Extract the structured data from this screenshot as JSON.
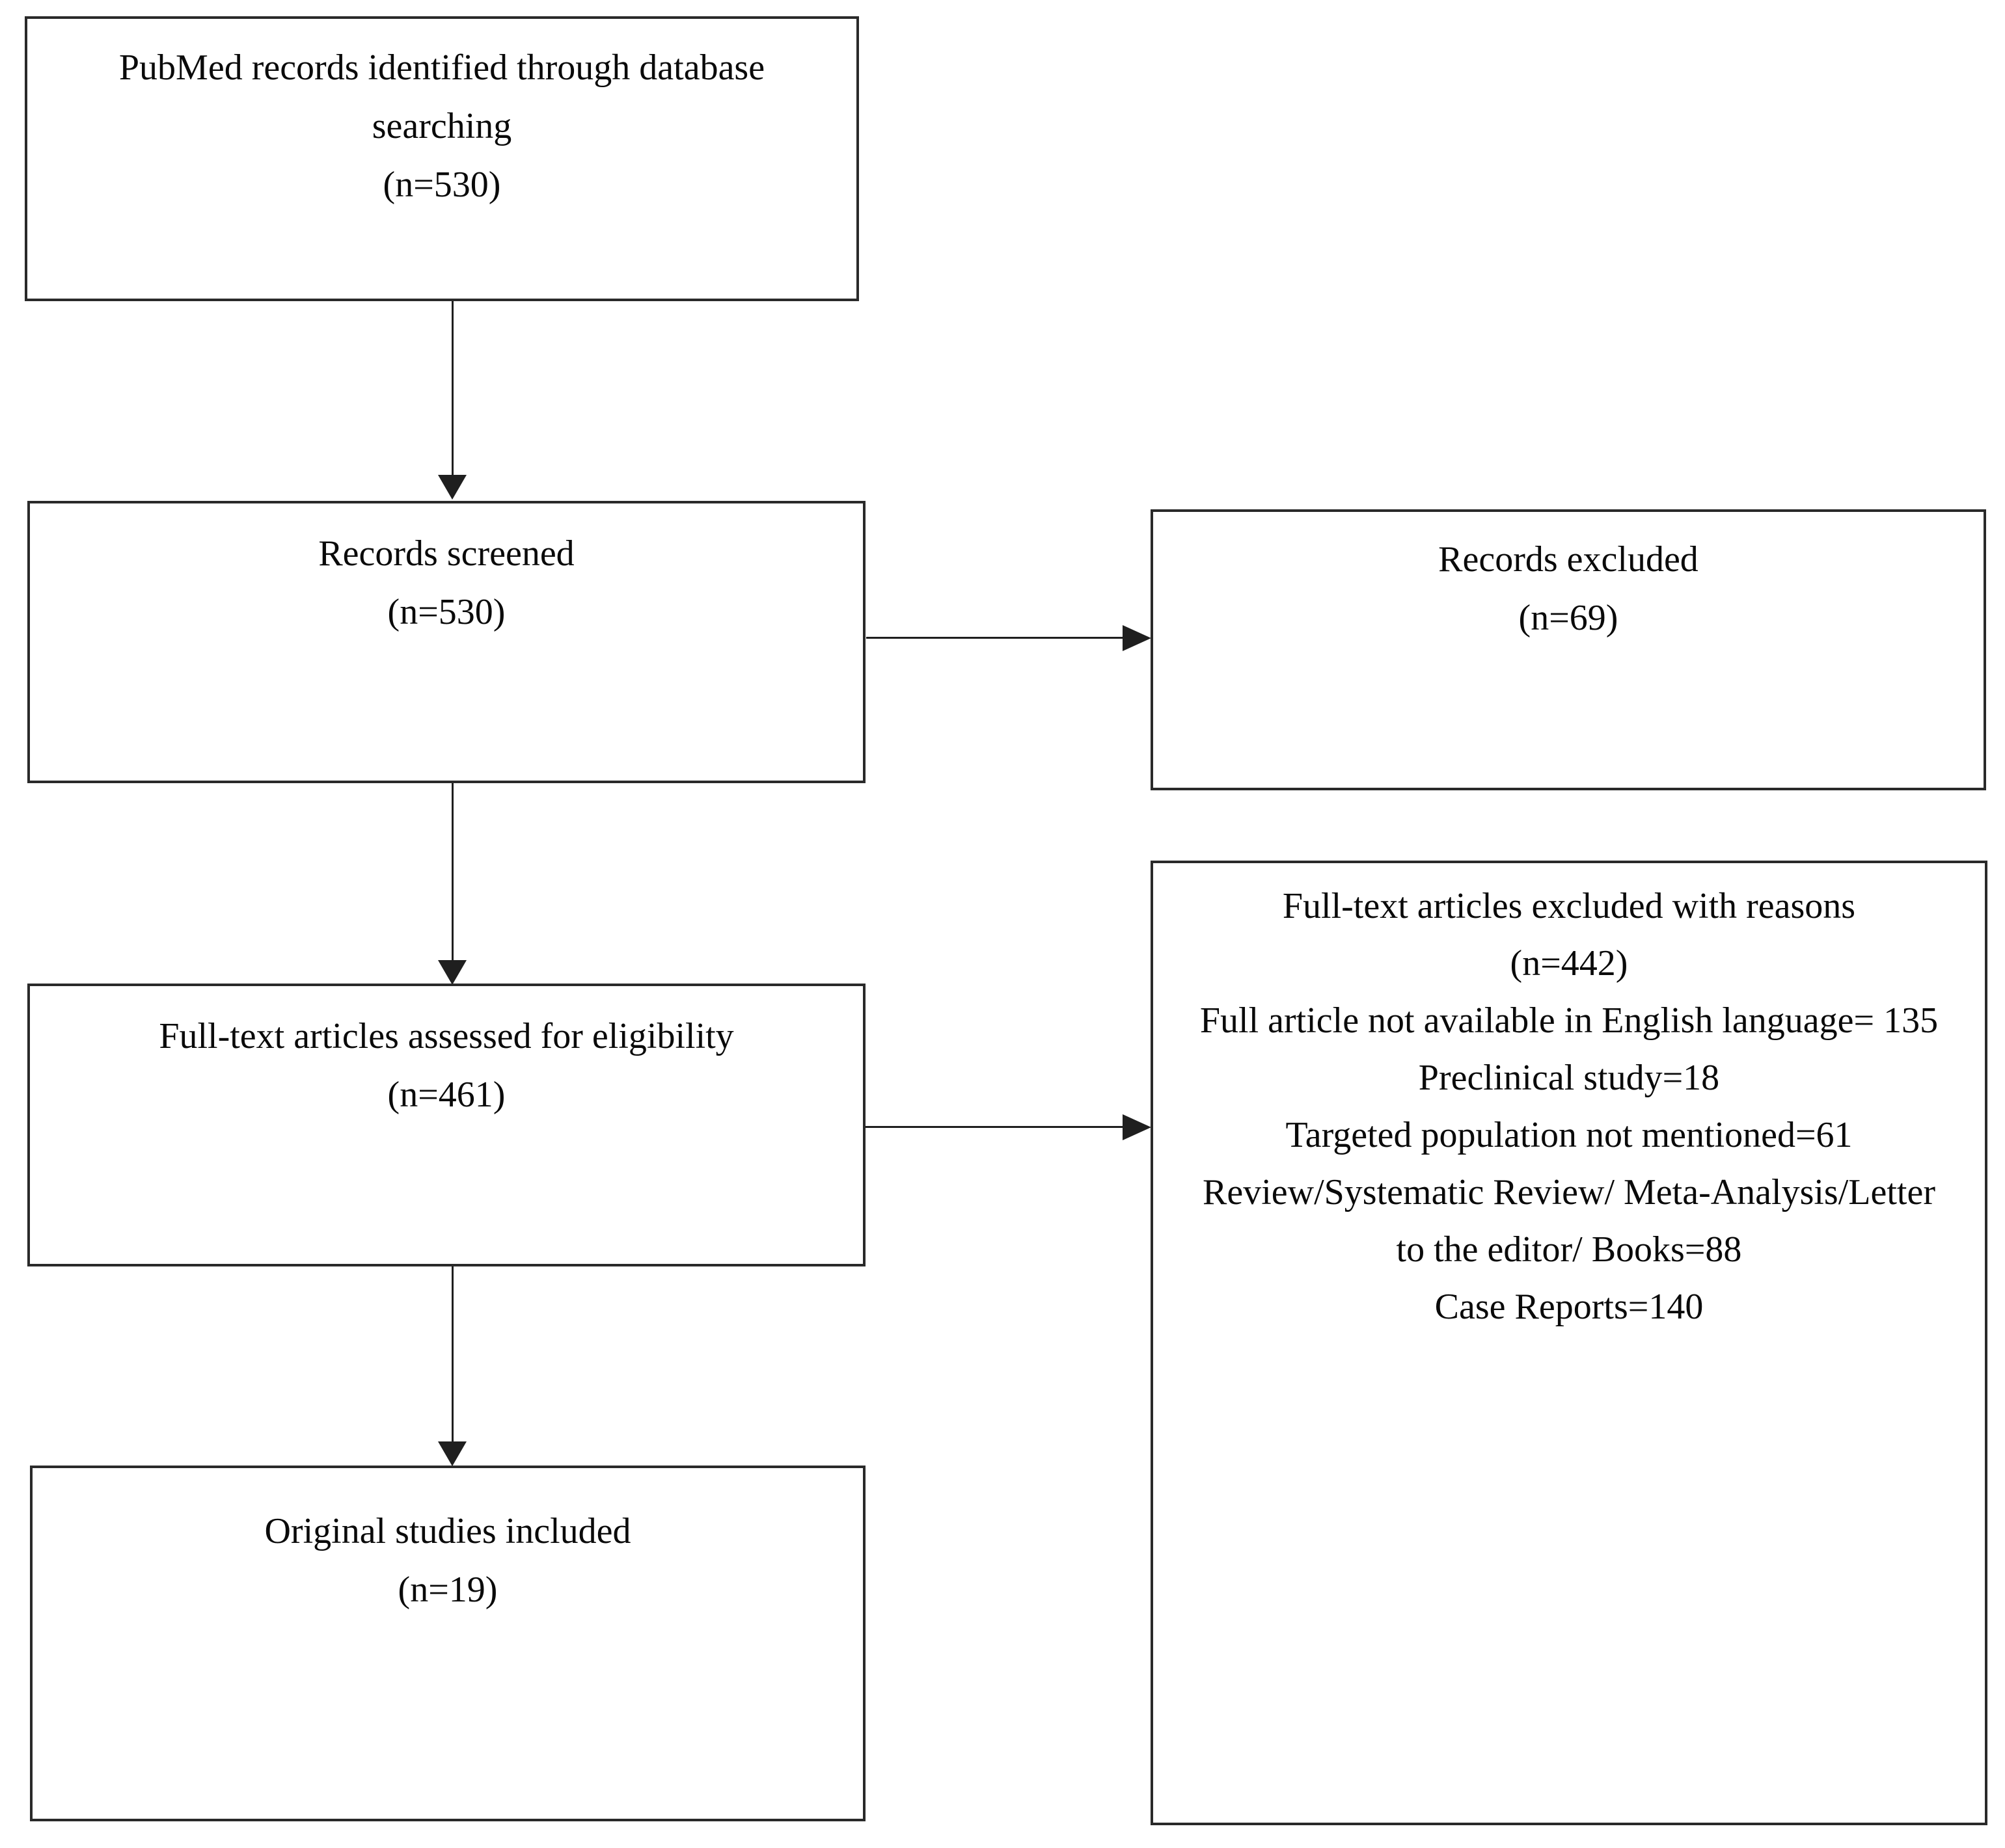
{
  "colors": {
    "background": "#ffffff",
    "ink": "#1f1f1f"
  },
  "boxes": {
    "identified": {
      "lines": [
        "PubMed records identified through database",
        "searching",
        "(n=530)"
      ]
    },
    "screened": {
      "lines": [
        "Records screened",
        "(n=530)"
      ]
    },
    "records_excluded": {
      "lines": [
        "Records excluded",
        "(n=69)"
      ]
    },
    "assessed": {
      "lines": [
        "Full-text articles assessed for eligibility",
        "(n=461)"
      ]
    },
    "fulltext_excluded": {
      "lines": [
        "Full-text articles excluded with reasons",
        "(n=442)",
        "Full article not available in English language= 135",
        "Preclinical study=18",
        "Targeted population not mentioned=61",
        "Review/Systematic Review/ Meta-Analysis/Letter",
        "to the editor/ Books=88",
        "Case Reports=140"
      ]
    },
    "included": {
      "lines": [
        "Original studies included",
        "(n=19)"
      ]
    }
  },
  "connections": [
    {
      "from": "identified",
      "to": "screened",
      "direction": "down"
    },
    {
      "from": "screened",
      "to": "records_excluded",
      "direction": "right"
    },
    {
      "from": "screened",
      "to": "assessed",
      "direction": "down"
    },
    {
      "from": "assessed",
      "to": "fulltext_excluded",
      "direction": "right"
    },
    {
      "from": "assessed",
      "to": "included",
      "direction": "down"
    }
  ]
}
